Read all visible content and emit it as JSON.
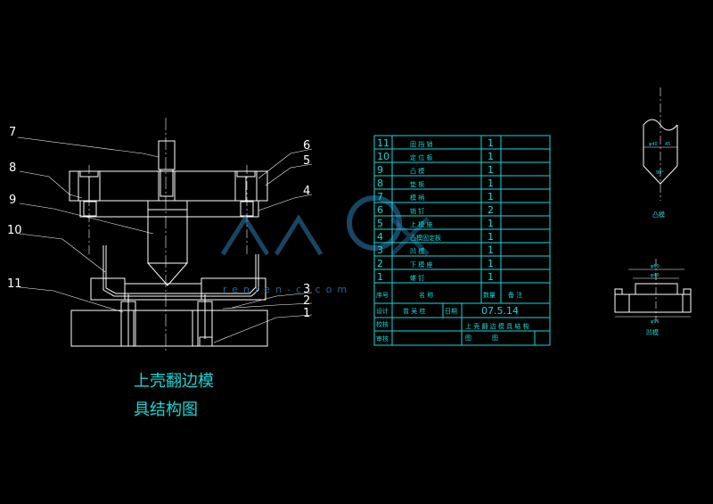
{
  "caption": {
    "line1": "上壳翻边模",
    "line2": "具结构图"
  },
  "callouts": [
    "7",
    "8",
    "9",
    "10",
    "11",
    "6",
    "5",
    "4",
    "3",
    "2",
    "1"
  ],
  "parts_table": {
    "rows": [
      {
        "no": "11",
        "name": "固 挡 销",
        "qty": "1"
      },
      {
        "no": "10",
        "name": "定 位 板",
        "qty": "1"
      },
      {
        "no": "9",
        "name": "凸   模",
        "qty": "1"
      },
      {
        "no": "8",
        "name": "垫   板",
        "qty": "1"
      },
      {
        "no": "7",
        "name": "模   柄",
        "qty": "1"
      },
      {
        "no": "6",
        "name": "销   钉",
        "qty": "2"
      },
      {
        "no": "5",
        "name": "上 模 座",
        "qty": "1"
      },
      {
        "no": "4",
        "name": "凸模固定板",
        "qty": "1"
      },
      {
        "no": "3",
        "name": "凹   模",
        "qty": "1"
      },
      {
        "no": "2",
        "name": "下 模 座",
        "qty": "1"
      },
      {
        "no": "1",
        "name": "螺   钉",
        "qty": "1"
      }
    ],
    "header": {
      "no": "序号",
      "name": "名   称",
      "qty": "数量",
      "note": "备   注"
    }
  },
  "title_block": {
    "design_label": "设计",
    "designer": "曾 吴 桂",
    "date_label": "日期",
    "date": "07.5.14",
    "check_label": "校核",
    "approve_label": "审核",
    "drawing_title": "上 壳 翻 边 模 具 结 构",
    "drawing_sub": "图"
  },
  "detail_top": {
    "label": "凸模",
    "dim1": "φ40",
    "dim2": "45",
    "angle": "90°"
  },
  "detail_bottom": {
    "label": "凹模",
    "dim_top": "φ60",
    "dim_mid": "φ40",
    "dim_bottom": "φ96"
  },
  "watermark": {
    "text": "renren-c.com"
  },
  "colors": {
    "line": "#ffffff",
    "cyan": "#17d7d7",
    "background": "#000000",
    "watermark": "#2c7fb8"
  }
}
